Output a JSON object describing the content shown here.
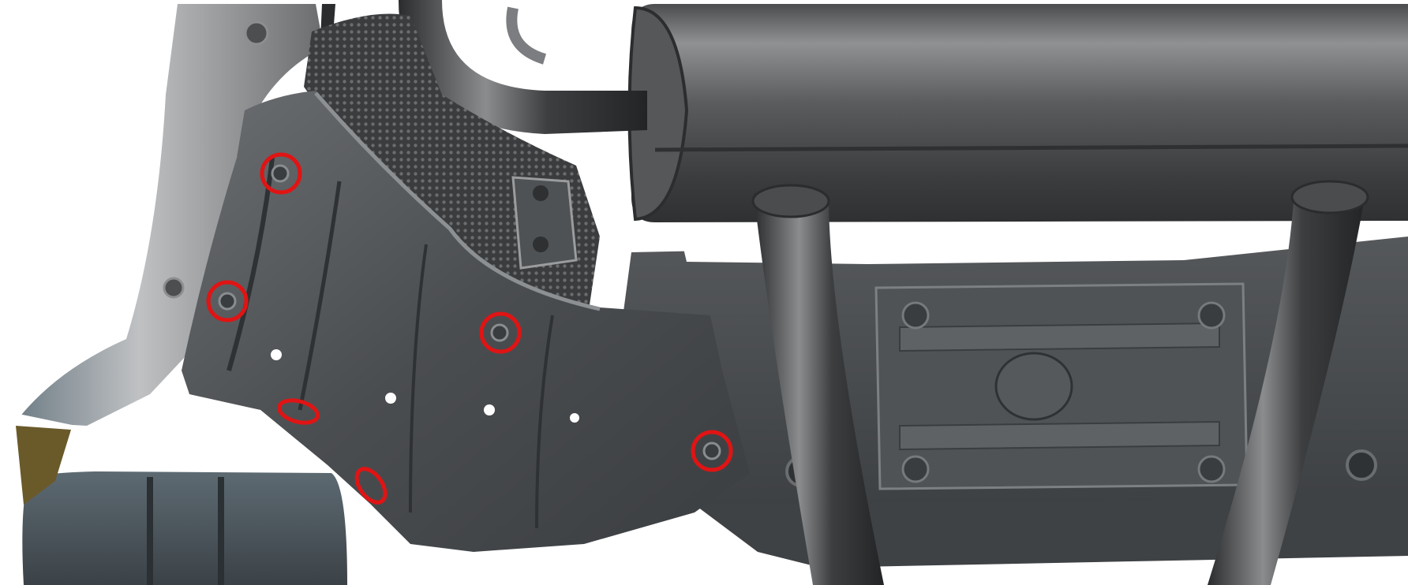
{
  "scene": {
    "subject": "rear-underbody-scan",
    "colors": {
      "background": "#ffffff",
      "metal_dark": "#3d3f41",
      "metal_mid": "#5c5f62",
      "metal_light": "#9a9c9e",
      "edge_blue": "#6f8590",
      "marker": "#e01414",
      "tire_accent": "#6a5a2a"
    }
  },
  "markers": {
    "count": 7,
    "kind": "red-ring-fastener-highlight",
    "items": [
      {
        "id": "fastener-1",
        "shape": "ring"
      },
      {
        "id": "fastener-2",
        "shape": "ring"
      },
      {
        "id": "fastener-3",
        "shape": "ring"
      },
      {
        "id": "fastener-4",
        "shape": "ring"
      },
      {
        "id": "clip-1",
        "shape": "slanted-oval"
      },
      {
        "id": "clip-2",
        "shape": "slanted-oval"
      },
      {
        "id": "fastener-5",
        "shape": "ring"
      }
    ]
  }
}
